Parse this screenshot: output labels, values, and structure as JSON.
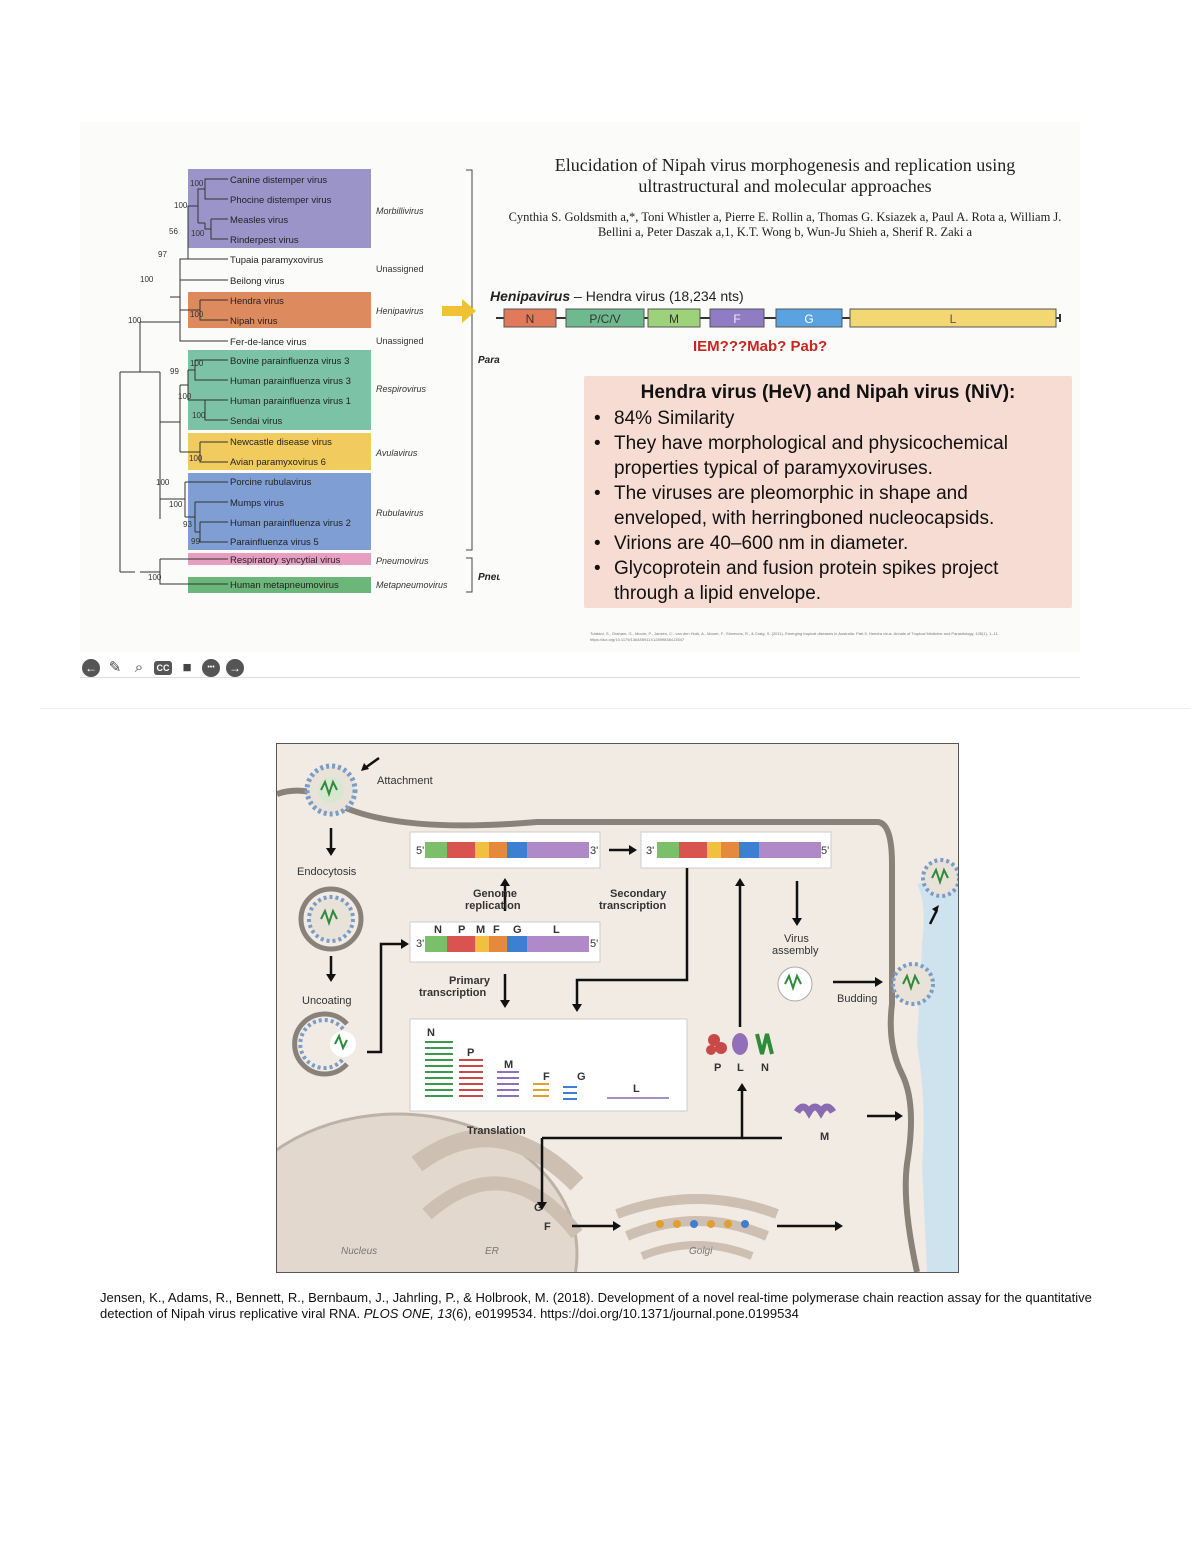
{
  "toolbar": {
    "icons": [
      "back-arrow-icon",
      "pencil-icon",
      "search-icon",
      "cc-icon",
      "camera-icon",
      "more-icon",
      "forward-arrow-icon"
    ],
    "glyphs": [
      "←",
      "✎",
      "⌕",
      "CC",
      "■",
      "•••",
      "→"
    ]
  },
  "tree": {
    "viruses": [
      "Canine distemper virus",
      "Phocine distemper virus",
      "Measles virus",
      "Rinderpest virus",
      "Tupaia paramyxovirus",
      "Beilong virus",
      "Hendra virus",
      "Nipah virus",
      "Fer-de-lance virus",
      "Bovine parainfluenza virus 3",
      "Human parainfluenza virus 3",
      "Human parainfluenza virus 1",
      "Sendai virus",
      "Newcastle disease virus",
      "Avian paramyxovirus 6",
      "Porcine rubulavirus",
      "Mumps virus",
      "Human parainfluenza virus 2",
      "Parainfluenza virus 5",
      "Respiratory syncytial virus",
      "Human metapneumovirus"
    ],
    "genera": [
      "Morbillivirus",
      "Unassigned",
      "Henipavirus",
      "Unassigned",
      "Respirovirus",
      "Avulavirus",
      "Rubulavirus",
      "Pneumovirus",
      "Metapneumovirus"
    ],
    "subfamilies": [
      "Paramyxovirinae",
      "Pneumovirinae"
    ],
    "bootstrap": [
      "100",
      "100",
      "56",
      "100",
      "97",
      "100",
      "100",
      "100",
      "100",
      "99",
      "100",
      "100",
      "100",
      "100",
      "100",
      "93",
      "99",
      "100"
    ],
    "colors": {
      "morbilli": "#9a94c8",
      "heni": "#de8a5f",
      "respiro": "#7cc2a6",
      "avula": "#f2cb5e",
      "rubula": "#7f9fd4",
      "pneumo": "#e79ec0",
      "metapneumo": "#6bb77a"
    }
  },
  "paper": {
    "title": "Elucidation of Nipah virus morphogenesis and replication using ultrastructural and molecular approaches",
    "authors": "Cynthia S. Goldsmith a,*, Toni Whistler a, Pierre E. Rollin a, Thomas G. Ksiazek a, Paul A. Rota a, William J. Bellini a, Peter Daszak a,1, K.T. Wong b, Wun-Ju Shieh a, Sherif R. Zaki a"
  },
  "genome": {
    "genus": "Henipavirus",
    "label": "– Hendra virus (18,234 nts)",
    "genes": [
      "N",
      "P/C/V",
      "M",
      "F",
      "G",
      "L"
    ],
    "colors": [
      "#e07a5a",
      "#6fb98f",
      "#9ed27a",
      "#8f7cc4",
      "#5aa3e0",
      "#f3d773"
    ],
    "note": "IEM???Mab? Pab?"
  },
  "info": {
    "title": "Hendra virus (HeV) and Nipah virus (NiV):",
    "bullets": [
      "84% Similarity",
      "They have morphological and physicochemical properties typical of paramyxoviruses.",
      "The viruses are pleomorphic in shape and enveloped, with herringboned nucleocapsids.",
      "Virions are 40–600 nm in diameter.",
      "Glycoprotein and fusion protein spikes project through a lipid envelope."
    ],
    "reference": "Tulsiani, S., Graham, G., Moore, P., Jansen, C., van den Hurk, A., Moore, F., Simmons, R., & Craig, S. (2011). Emerging tropical diseases in Australia. Part 5. Hendra virus. Annals of Tropical Medicine and Parasitology, 105(1), 1–11. https://doi.org/10.1179/136485911X12899838413547"
  },
  "lifecycle": {
    "labels": {
      "attachment": "Attachment",
      "endocytosis": "Endocytosis",
      "uncoating": "Uncoating",
      "genome_replication_1": "Genome",
      "genome_replication_2": "replication",
      "secondary_1": "Secondary",
      "secondary_2": "transcription",
      "primary_1": "Primary",
      "primary_2": "transcription",
      "assembly_1": "Virus",
      "assembly_2": "assembly",
      "budding": "Budding",
      "translation": "Translation",
      "nucleus": "Nucleus",
      "er": "ER",
      "golgi": "Golgi"
    },
    "ends": {
      "five": "5'",
      "three": "3'"
    },
    "gene_letters": [
      "N",
      "P",
      "M",
      "F",
      "G",
      "L"
    ],
    "proteins": [
      "P",
      "L",
      "N",
      "M",
      "G",
      "F"
    ]
  },
  "citation": {
    "authors": "Jensen, K., Adams, R., Bennett, R., Bernbaum, J., Jahrling, P., & Holbrook, M. (2018). Development of a novel real-time polymerase chain reaction assay for the quantitative detection of Nipah virus replicative viral RNA.",
    "journal": "PLOS ONE, 13",
    "rest": "(6), e0199534. https://doi.org/10.1371/journal.pone.0199534"
  }
}
